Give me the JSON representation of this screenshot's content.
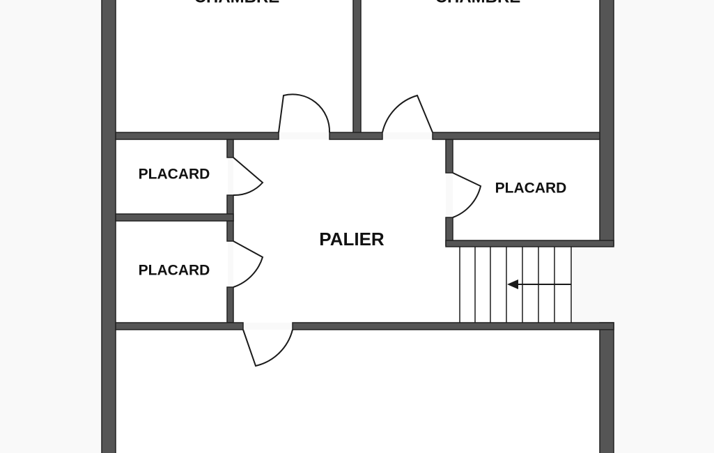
{
  "plan": {
    "colors": {
      "background": "#f9f9f9",
      "room_fill": "#ffffff",
      "wall": "#555555",
      "wall_outline": "#222222",
      "line": "#1a1a1a"
    },
    "rooms": {
      "chambre_left": "CHAMBRE",
      "chambre_right": "CHAMBRE",
      "placard_top_left": "PLACARD",
      "placard_bottom_left": "PLACARD",
      "placard_right": "PLACARD",
      "palier": "PALIER"
    },
    "stair": {
      "direction": "left"
    }
  }
}
